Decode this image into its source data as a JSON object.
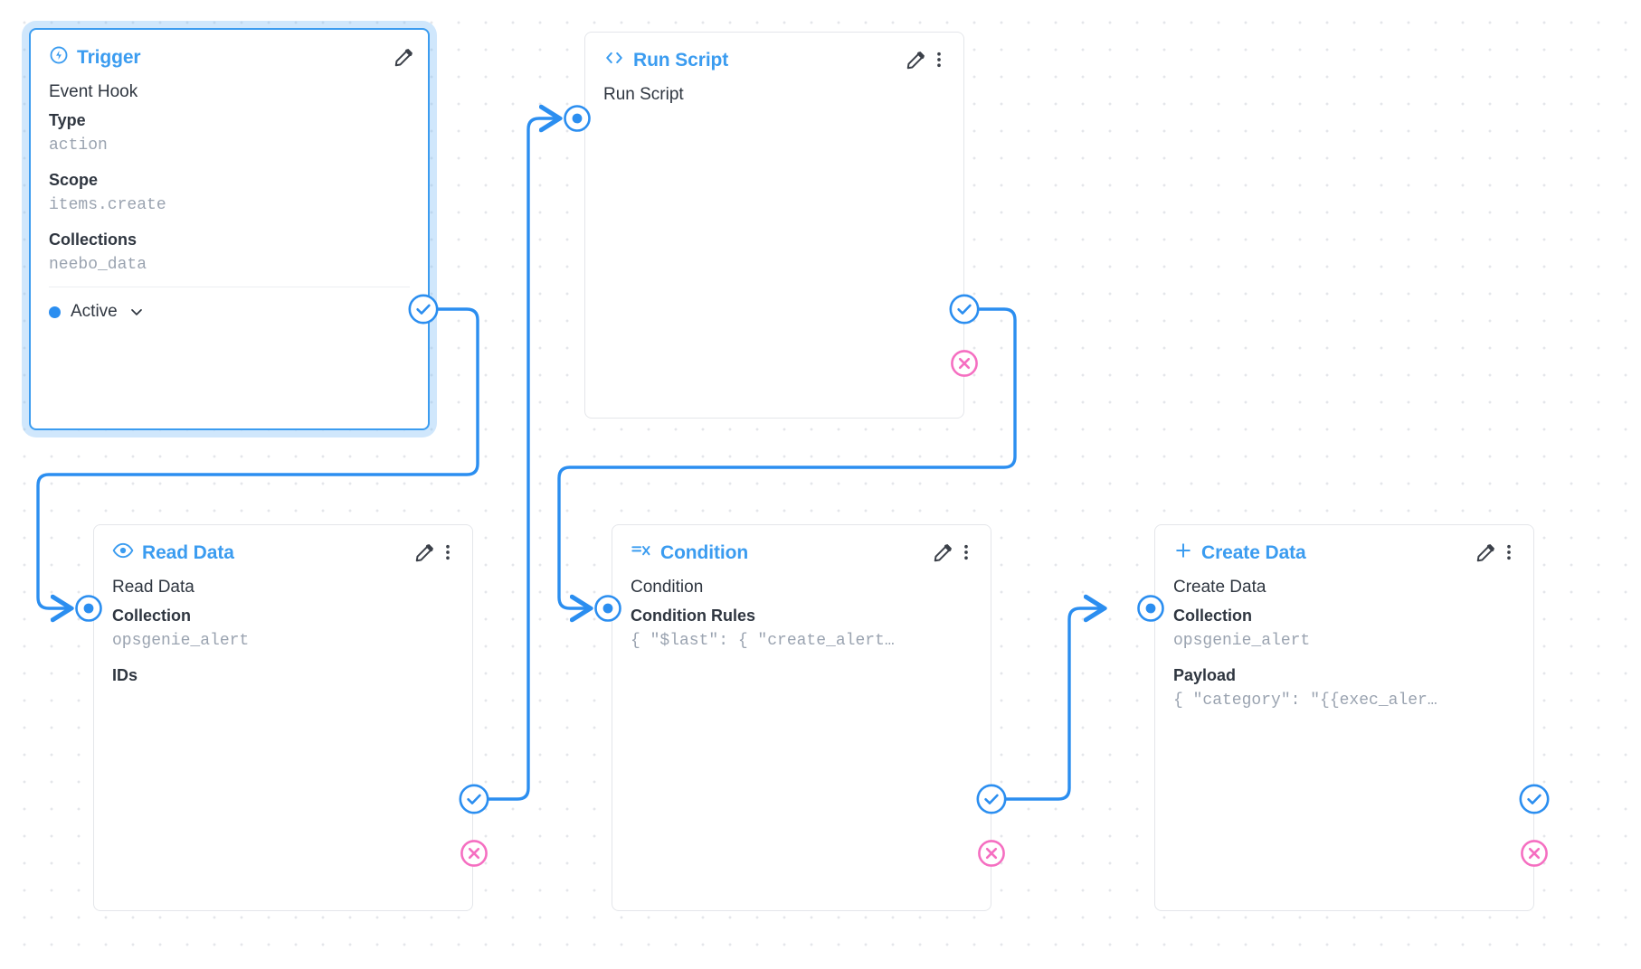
{
  "app": {
    "kind": "flow-editor-canvas",
    "colors": {
      "accent": "#3b9cf0",
      "edge": "#2b8ef0",
      "reject": "#f56fc1",
      "mono_value": "#9aa3b0",
      "text": "#2f3640",
      "panel_border": "#e4e6ea",
      "grid_dot": "#e4e6ea"
    }
  },
  "nodes": [
    {
      "id": "trigger",
      "title": "Trigger",
      "icon": "bolt-circle-icon",
      "selected": true,
      "operation_name": "Event Hook",
      "fields": [
        {
          "label": "Type",
          "value": "action"
        },
        {
          "label": "Scope",
          "value": "items.create"
        },
        {
          "label": "Collections",
          "value": "neebo_data"
        }
      ],
      "footer": {
        "status_label": "Active",
        "chevron": "chevron-down-icon"
      },
      "has_edit": true,
      "has_more": false
    },
    {
      "id": "run-script",
      "title": "Run Script",
      "icon": "code-brackets-icon",
      "selected": false,
      "operation_name": "Run Script",
      "fields": [],
      "has_edit": true,
      "has_more": true
    },
    {
      "id": "read-data",
      "title": "Read Data",
      "icon": "eye-icon",
      "selected": false,
      "operation_name": "Read Data",
      "fields": [
        {
          "label": "Collection",
          "value": "opsgenie_alert"
        },
        {
          "label": "IDs",
          "value": ""
        }
      ],
      "has_edit": true,
      "has_more": true
    },
    {
      "id": "condition",
      "title": "Condition",
      "icon": "filter-condition-icon",
      "selected": false,
      "operation_name": "Condition",
      "fields": [
        {
          "label": "Condition Rules",
          "value": "{ \"$last\": { \"create_alert…"
        }
      ],
      "has_edit": true,
      "has_more": true
    },
    {
      "id": "create-data",
      "title": "Create Data",
      "icon": "plus-icon",
      "selected": false,
      "operation_name": "Create Data",
      "fields": [
        {
          "label": "Collection",
          "value": "opsgenie_alert"
        },
        {
          "label": "Payload",
          "value": "{ \"category\": \"{{exec_aler…"
        }
      ],
      "has_edit": true,
      "has_more": true
    }
  ],
  "ports": {
    "input_icon": "target-dot-icon",
    "resolve_icon": "check-circle-icon",
    "reject_icon": "x-circle-icon"
  }
}
